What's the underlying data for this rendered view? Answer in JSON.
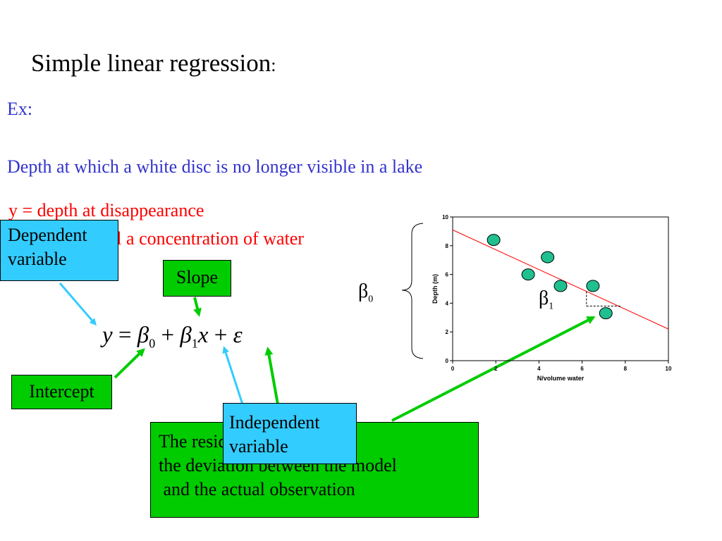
{
  "slide": {
    "title": "Simple linear regression",
    "title_colon": ":",
    "ex_label": "Ex:",
    "description": "Depth at which a white disc is no longer visible in a lake",
    "y_definition": "y = depth at disappearance",
    "x_definition": "x = chlorophyll a concentration of water"
  },
  "labels": {
    "dependent_line1": "Dependent",
    "dependent_line2": "variable",
    "slope": "Slope",
    "intercept": "Intercept",
    "independent_line1": "Independent",
    "independent_line2": "variable",
    "residual_line1": "The residual expresses",
    "residual_line2": "the deviation between the model",
    "residual_line3": " and the actual observation",
    "beta0_symbol": "β",
    "beta0_sub": "0",
    "beta1_symbol": "β",
    "beta1_sub": "1"
  },
  "equation": {
    "y": "y",
    "eq": "=",
    "beta": "β",
    "sub0": "0",
    "plus1": "+",
    "sub1": "1",
    "x": "x",
    "plus2": "+",
    "epsilon": "ε"
  },
  "colors": {
    "blue_text": "#3333cc",
    "red_text": "#ff0000",
    "cyan_box": "#33ccff",
    "green_box": "#00cc00",
    "point_fill": "#1fbf8f",
    "regression_line": "#ff0000"
  },
  "chart_data": {
    "type": "scatter",
    "xlabel": "N/volume water",
    "ylabel": "Depth (m)",
    "xlim": [
      0,
      10
    ],
    "ylim": [
      0,
      10
    ],
    "xticks": [
      0,
      2,
      4,
      6,
      8,
      10
    ],
    "yticks": [
      0,
      2,
      4,
      6,
      8,
      10
    ],
    "points": [
      {
        "x": 1.9,
        "y": 8.4
      },
      {
        "x": 3.5,
        "y": 6.0
      },
      {
        "x": 4.4,
        "y": 7.2
      },
      {
        "x": 5.0,
        "y": 5.2
      },
      {
        "x": 6.5,
        "y": 5.2
      },
      {
        "x": 7.1,
        "y": 3.3
      }
    ],
    "regression_line": {
      "x": [
        0,
        10
      ],
      "y": [
        9.1,
        2.2
      ]
    },
    "residual_point_index": 5
  }
}
